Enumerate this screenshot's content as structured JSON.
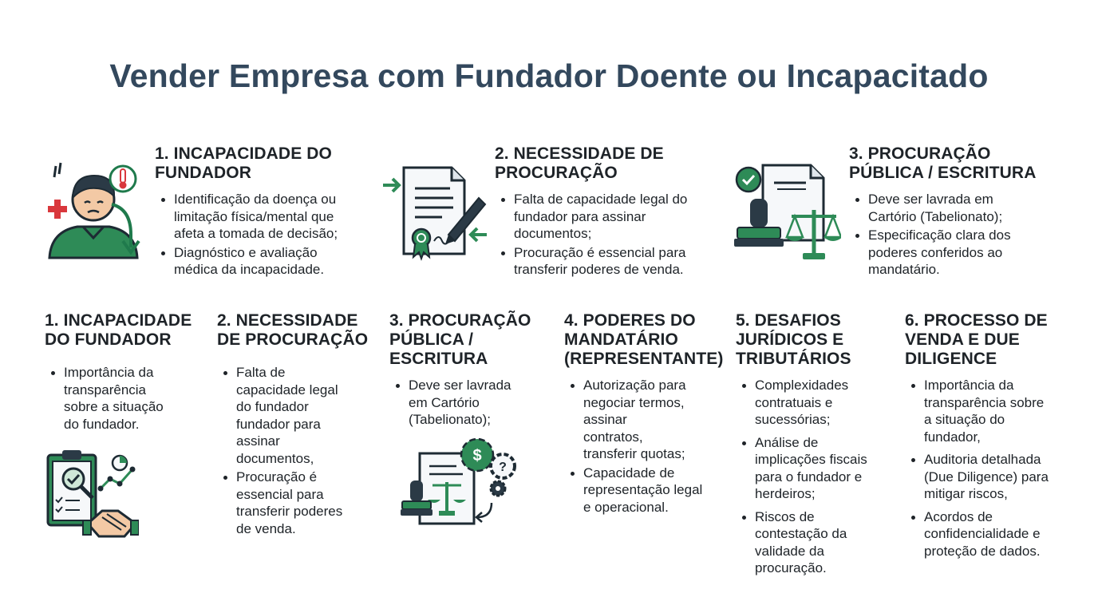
{
  "title": "Vender Empresa com Fundador Doente ou Incapacitado",
  "colors": {
    "title": "#33485d",
    "accent_green": "#1f7a4c",
    "dark": "#2b3a46"
  },
  "top_sections": [
    {
      "heading_lines": [
        "1. INCAPACIDADE DO",
        "FUNDADOR"
      ],
      "icon": "sick-founder-icon",
      "bullets": [
        [
          "Identificação da doença ou",
          "limitação física/mental que",
          "afeta a tomada de decisão;"
        ],
        [
          "Diagnóstico e avaliação",
          "médica da incapacidade."
        ]
      ]
    },
    {
      "heading_lines": [
        "2. NECESSIDADE DE",
        "PROCURAÇÃO"
      ],
      "icon": "signed-document-icon",
      "bullets": [
        [
          "Falta de capacidade legal do",
          "fundador para assinar",
          "documentos;"
        ],
        [
          "Procuração é essencial para",
          "transferir poderes de venda."
        ]
      ]
    },
    {
      "heading_lines": [
        "3. PROCURAÇÃO",
        "PÚBLICA / ESCRITURA"
      ],
      "icon": "notary-stamp-scales-icon",
      "bullets": [
        [
          "Deve ser lavrada em",
          "Cartório (Tabelionato);"
        ],
        [
          "Especificação clara dos",
          "poderes conferidos ao",
          "mandatário."
        ]
      ]
    }
  ],
  "bottom_sections": [
    {
      "heading_lines": [
        "1. INCAPACIDADE",
        "DO FUNDADOR"
      ],
      "icon": "checklist-handshake-icon",
      "bullets": [
        [
          "Importância da",
          "transparência",
          "sobre a situação",
          "do fundador."
        ]
      ]
    },
    {
      "heading_lines": [
        "2. NECESSIDADE",
        "DE PROCURAÇÃO"
      ],
      "bullets": [
        [
          "Falta de",
          "capacidade legal",
          "do fundador",
          "fundador para",
          "assinar",
          "documentos,"
        ],
        [
          "Procuração é",
          "essencial para",
          "transferir poderes",
          "de venda."
        ]
      ]
    },
    {
      "heading_lines": [
        "3. PROCURAÇÃO",
        "PÚBLICA /",
        "ESCRITURA"
      ],
      "icon": "notary-gears-icon",
      "bullets": [
        [
          "Deve ser lavrada",
          "em Cartório",
          "(Tabelionato);"
        ]
      ]
    },
    {
      "heading_lines": [
        "4. PODERES DO",
        "MANDATÁRIO",
        "(REPRESENTANTE)"
      ],
      "bullets": [
        [
          "Autorização para",
          "negociar termos,",
          "assinar",
          "contratos,",
          "transferir quotas;"
        ],
        [
          "Capacidade de",
          "representação legal",
          "e operacional."
        ]
      ]
    },
    {
      "heading_lines": [
        "5. DESAFIOS",
        "JURÍDICOS E",
        "TRIBUTÁRIOS"
      ],
      "bullets": [
        [
          "Complexidades",
          "contratuais e",
          "sucessórias;"
        ],
        [
          "Análise de",
          "implicações fiscais",
          "para o fundador e",
          "herdeiros;"
        ],
        [
          "Riscos de",
          "contestação da",
          "validade da",
          "procuração."
        ]
      ]
    },
    {
      "heading_lines": [
        "6. PROCESSO DE",
        "VENDA E DUE",
        "DILIGENCE"
      ],
      "bullets": [
        [
          "Importância da",
          "transparência sobre",
          "a situação do",
          "fundador,"
        ],
        [
          "Auditoria detalhada",
          "(Due Diligence) para",
          "mitigar riscos,"
        ],
        [
          "Acordos de",
          "confidencialidade e",
          "proteção de dados."
        ]
      ]
    }
  ]
}
